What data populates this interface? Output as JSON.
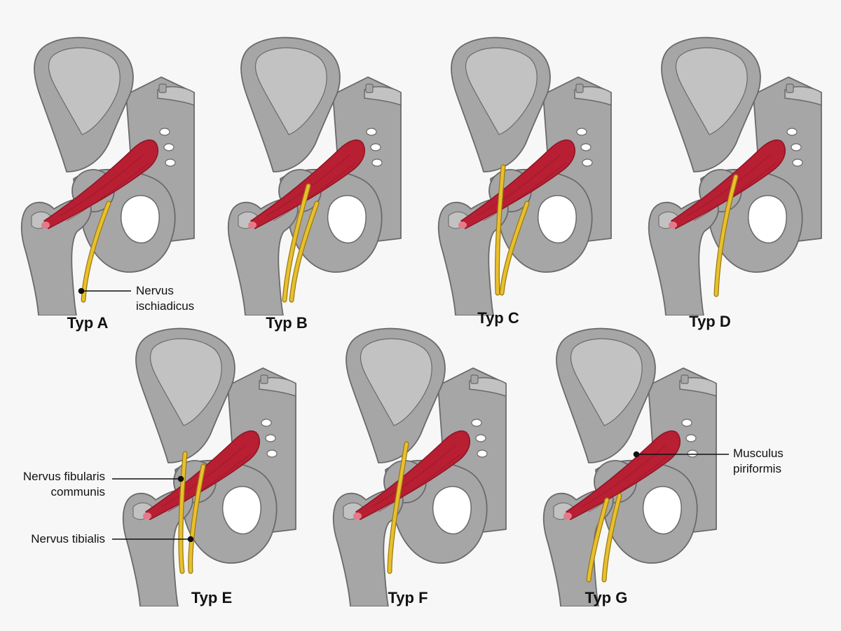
{
  "colors": {
    "background": "#f7f7f7",
    "bone_fill": "#a6a6a6",
    "bone_light": "#c2c2c2",
    "bone_outline": "#6a6a6a",
    "muscle": "#b81f33",
    "muscle_dark": "#8f1526",
    "muscle_tendon": "#e57a8a",
    "nerve": "#e8c02e",
    "nerve_outline": "#9c7a10"
  },
  "variants": [
    {
      "id": "A",
      "label": "Typ A",
      "nerve_pattern": "single trunk below muscle"
    },
    {
      "id": "B",
      "label": "Typ B",
      "nerve_pattern": "one branch through muscle, one below"
    },
    {
      "id": "C",
      "label": "Typ C",
      "nerve_pattern": "one branch above muscle, one below"
    },
    {
      "id": "D",
      "label": "Typ D",
      "nerve_pattern": "single trunk through muscle"
    },
    {
      "id": "E",
      "label": "Typ E",
      "nerve_pattern": "one branch above, one through muscle"
    },
    {
      "id": "F",
      "label": "Typ F",
      "nerve_pattern": "single trunk above muscle"
    },
    {
      "id": "G",
      "label": "Typ G",
      "nerve_pattern": "two branches below muscle"
    }
  ],
  "annotations": {
    "nervus_ischiadicus": "Nervus ischiadicus",
    "nervus_ischiadicus_l1": "Nervus",
    "nervus_ischiadicus_l2": "ischiadicus",
    "nervus_fibularis_l1": "Nervus fibularis",
    "nervus_fibularis_l2": "communis",
    "nervus_tibialis": "Nervus tibialis",
    "musculus_piriformis_l1": "Musculus",
    "musculus_piriformis_l2": "piriformis"
  }
}
